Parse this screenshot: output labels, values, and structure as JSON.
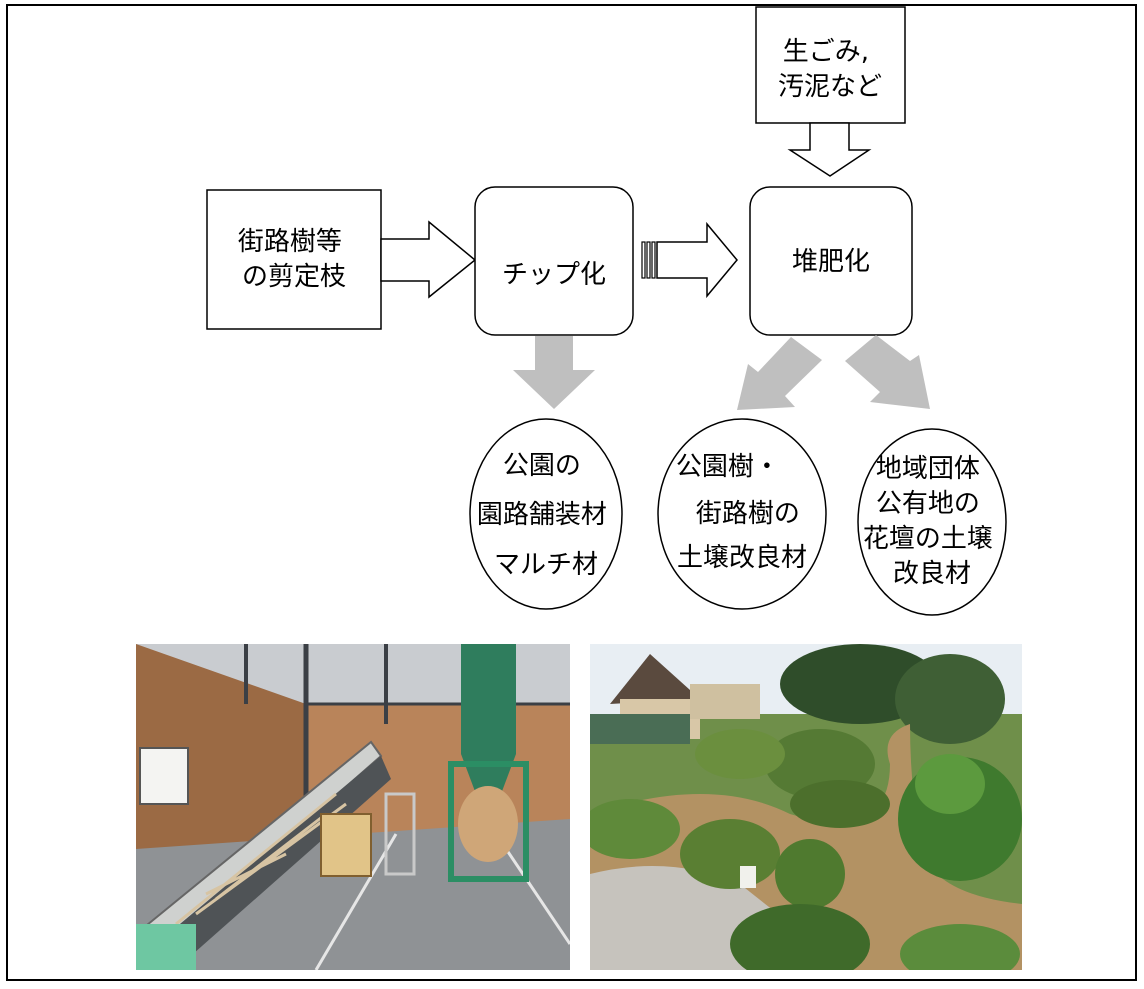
{
  "nodes": {
    "pruned_branches": [
      "街路樹等",
      "の剪定枝"
    ],
    "chipping": [
      "チップ化"
    ],
    "composting": [
      "堆肥化"
    ],
    "food_waste_sludge": [
      "生ごみ,",
      "汚泥など"
    ],
    "park_paving_mulch": [
      "公園の",
      "園路舗装材",
      "マルチ材"
    ],
    "tree_soil_improver": [
      "公園樹・",
      "街路樹の",
      "土壌改良材"
    ],
    "community_flowerbed_soil": [
      "地域団体",
      "公有地の",
      "花壇の土壌",
      "改良材"
    ]
  },
  "colors": {
    "outline": "#000000",
    "gray_arrow": "#bfbfbf",
    "background": "#ffffff"
  },
  "photos": {
    "left": {
      "subject": "chipper-conveyor-with-branches-and-bulk-bag-in-warehouse"
    },
    "right": {
      "subject": "garden-with-wood-chip-paths-and-shrubs"
    }
  }
}
